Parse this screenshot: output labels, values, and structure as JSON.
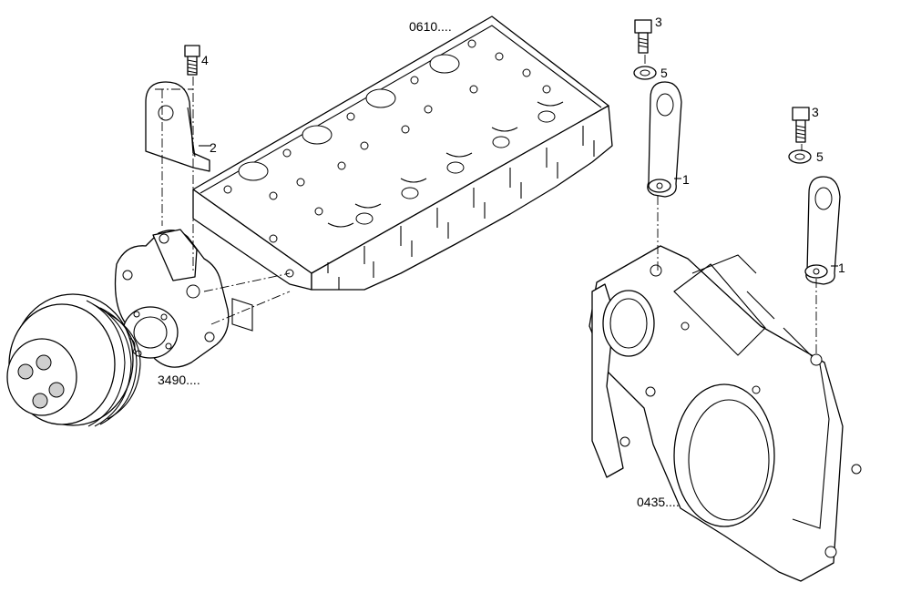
{
  "callouts": {
    "cylinder_head": "0610....",
    "water_pump": "3490....",
    "timing_cover": "0435....",
    "bolt_left": "4",
    "bracket": "2",
    "bolt_mid": "3",
    "washer_mid": "5",
    "eye_mid": "1",
    "bolt_right": "3",
    "washer_right": "5",
    "eye_right": "1"
  }
}
